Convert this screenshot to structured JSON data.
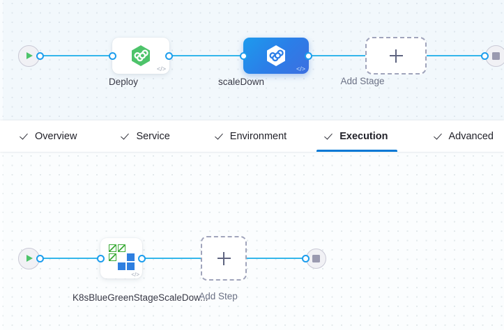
{
  "theme": {
    "accent": "#0278d5",
    "link_color": "#33b6eb",
    "port_color": "#1c9ded",
    "selected_stage_gradient_start": "#1d9bed",
    "selected_stage_gradient_end": "#3d6fe0",
    "canvas_top_bg": "#f2f8fc",
    "canvas_bottom_bg": "#fbfdfe",
    "grid_dot_color": "#dfe7ee",
    "harness_green": "#4dc36a",
    "k8s_green": "#3aaa35",
    "k8s_blue": "#2f7fe0",
    "stop_color": "#9a9ab0"
  },
  "stage_canvas": {
    "start_node": {
      "name": "start-node",
      "icon": "play-icon"
    },
    "end_node": {
      "name": "end-node",
      "icon": "stop-icon"
    },
    "stages": [
      {
        "label": "Deploy",
        "icon": "harness-hexagon-icon",
        "code_badge": "</>",
        "selected": false
      },
      {
        "label": "scaleDown",
        "icon": "harness-hexagon-icon",
        "code_badge": "</>",
        "selected": true
      }
    ],
    "add_stage": {
      "label": "Add Stage",
      "icon": "plus-icon"
    }
  },
  "tabs": {
    "items": [
      {
        "label": "Overview",
        "icon": "check-icon",
        "active": false
      },
      {
        "label": "Service",
        "icon": "check-icon",
        "active": false
      },
      {
        "label": "Environment",
        "icon": "check-icon",
        "active": false
      },
      {
        "label": "Execution",
        "icon": "check-icon",
        "active": true
      },
      {
        "label": "Advanced",
        "icon": "check-icon",
        "active": false
      }
    ]
  },
  "execution_canvas": {
    "start_node": {
      "name": "start-node",
      "icon": "play-icon"
    },
    "end_node": {
      "name": "end-node",
      "icon": "stop-icon"
    },
    "steps": [
      {
        "label": "K8sBlueGreenStageScaleDow...",
        "icon": "k8s-blue-green-icon",
        "code_badge": "</>"
      }
    ],
    "add_step": {
      "label": "Add Step",
      "icon": "plus-icon"
    }
  }
}
